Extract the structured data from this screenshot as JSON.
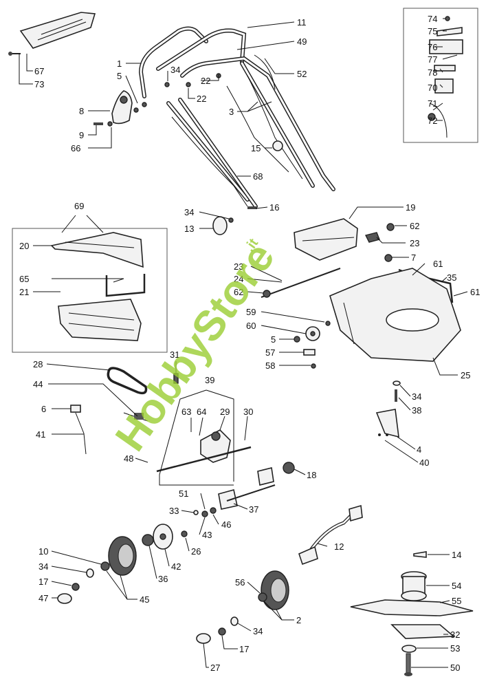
{
  "watermark": {
    "brand": "HobbyStore",
    "tld": ".it",
    "color": "#9acd32"
  },
  "callouts": [
    {
      "id": "p67",
      "label": "67"
    },
    {
      "id": "p73",
      "label": "73"
    },
    {
      "id": "p1",
      "label": "1"
    },
    {
      "id": "p5a",
      "label": "5"
    },
    {
      "id": "p34a",
      "label": "34"
    },
    {
      "id": "p11",
      "label": "11"
    },
    {
      "id": "p49",
      "label": "49"
    },
    {
      "id": "p52",
      "label": "52"
    },
    {
      "id": "p22a",
      "label": "22"
    },
    {
      "id": "p22b",
      "label": "22"
    },
    {
      "id": "p8",
      "label": "8"
    },
    {
      "id": "p9",
      "label": "9"
    },
    {
      "id": "p66",
      "label": "66"
    },
    {
      "id": "p3",
      "label": "3"
    },
    {
      "id": "p15",
      "label": "15"
    },
    {
      "id": "p68",
      "label": "68"
    },
    {
      "id": "p74",
      "label": "74"
    },
    {
      "id": "p75",
      "label": "75"
    },
    {
      "id": "p76",
      "label": "76"
    },
    {
      "id": "p77",
      "label": "77"
    },
    {
      "id": "p78",
      "label": "78"
    },
    {
      "id": "p70",
      "label": "70"
    },
    {
      "id": "p71",
      "label": "71"
    },
    {
      "id": "p72",
      "label": "72"
    },
    {
      "id": "p69",
      "label": "69"
    },
    {
      "id": "p20",
      "label": "20"
    },
    {
      "id": "p65",
      "label": "65"
    },
    {
      "id": "p21",
      "label": "21"
    },
    {
      "id": "p34b",
      "label": "34"
    },
    {
      "id": "p16",
      "label": "16"
    },
    {
      "id": "p13",
      "label": "13"
    },
    {
      "id": "p19",
      "label": "19"
    },
    {
      "id": "p62a",
      "label": "62"
    },
    {
      "id": "p23a",
      "label": "23"
    },
    {
      "id": "p7",
      "label": "7"
    },
    {
      "id": "p61a",
      "label": "61"
    },
    {
      "id": "p35",
      "label": "35"
    },
    {
      "id": "p61b",
      "label": "61"
    },
    {
      "id": "p23b",
      "label": "23"
    },
    {
      "id": "p24",
      "label": "24"
    },
    {
      "id": "p62b",
      "label": "62"
    },
    {
      "id": "p59",
      "label": "59"
    },
    {
      "id": "p60",
      "label": "60"
    },
    {
      "id": "p5b",
      "label": "5"
    },
    {
      "id": "p57",
      "label": "57"
    },
    {
      "id": "p58",
      "label": "58"
    },
    {
      "id": "p25",
      "label": "25"
    },
    {
      "id": "p31",
      "label": "31"
    },
    {
      "id": "p28",
      "label": "28"
    },
    {
      "id": "p39",
      "label": "39"
    },
    {
      "id": "p44",
      "label": "44"
    },
    {
      "id": "p63",
      "label": "63"
    },
    {
      "id": "p64",
      "label": "64"
    },
    {
      "id": "p29",
      "label": "29"
    },
    {
      "id": "p30",
      "label": "30"
    },
    {
      "id": "p6",
      "label": "6"
    },
    {
      "id": "p41",
      "label": "41"
    },
    {
      "id": "p48",
      "label": "48"
    },
    {
      "id": "p34c",
      "label": "34"
    },
    {
      "id": "p38",
      "label": "38"
    },
    {
      "id": "p4",
      "label": "4"
    },
    {
      "id": "p40",
      "label": "40"
    },
    {
      "id": "p18",
      "label": "18"
    },
    {
      "id": "p51",
      "label": "51"
    },
    {
      "id": "p33",
      "label": "33"
    },
    {
      "id": "p43",
      "label": "43"
    },
    {
      "id": "p46",
      "label": "46"
    },
    {
      "id": "p37",
      "label": "37"
    },
    {
      "id": "p26",
      "label": "26"
    },
    {
      "id": "p42",
      "label": "42"
    },
    {
      "id": "p10",
      "label": "10"
    },
    {
      "id": "p34d",
      "label": "34"
    },
    {
      "id": "p17a",
      "label": "17"
    },
    {
      "id": "p47",
      "label": "47"
    },
    {
      "id": "p36",
      "label": "36"
    },
    {
      "id": "p45",
      "label": "45"
    },
    {
      "id": "p12",
      "label": "12"
    },
    {
      "id": "p14",
      "label": "14"
    },
    {
      "id": "p56",
      "label": "56"
    },
    {
      "id": "p2",
      "label": "2"
    },
    {
      "id": "p54",
      "label": "54"
    },
    {
      "id": "p55",
      "label": "55"
    },
    {
      "id": "p34e",
      "label": "34"
    },
    {
      "id": "p17b",
      "label": "17"
    },
    {
      "id": "p32",
      "label": "32"
    },
    {
      "id": "p53",
      "label": "53"
    },
    {
      "id": "p27",
      "label": "27"
    },
    {
      "id": "p50",
      "label": "50"
    }
  ]
}
